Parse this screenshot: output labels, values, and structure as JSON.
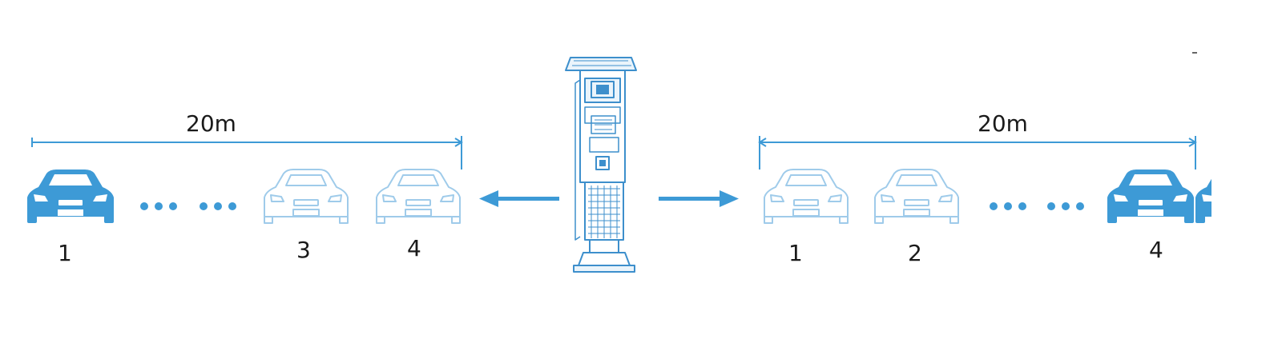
{
  "colors": {
    "accent": "#3d9ad6",
    "car_filled": "#3d9ad6",
    "car_outline": "#9fcbea",
    "meter": "#3d8fcc",
    "text": "#1a1a1a"
  },
  "left_group": {
    "distance_label": "20m",
    "labels": [
      "1",
      "3",
      "4"
    ]
  },
  "right_group": {
    "distance_label": "20m",
    "labels": [
      "1",
      "2",
      "4"
    ]
  },
  "icons": {
    "meter": "parking-meter-icon",
    "car": "car-icon",
    "arrow": "arrow-icon"
  }
}
